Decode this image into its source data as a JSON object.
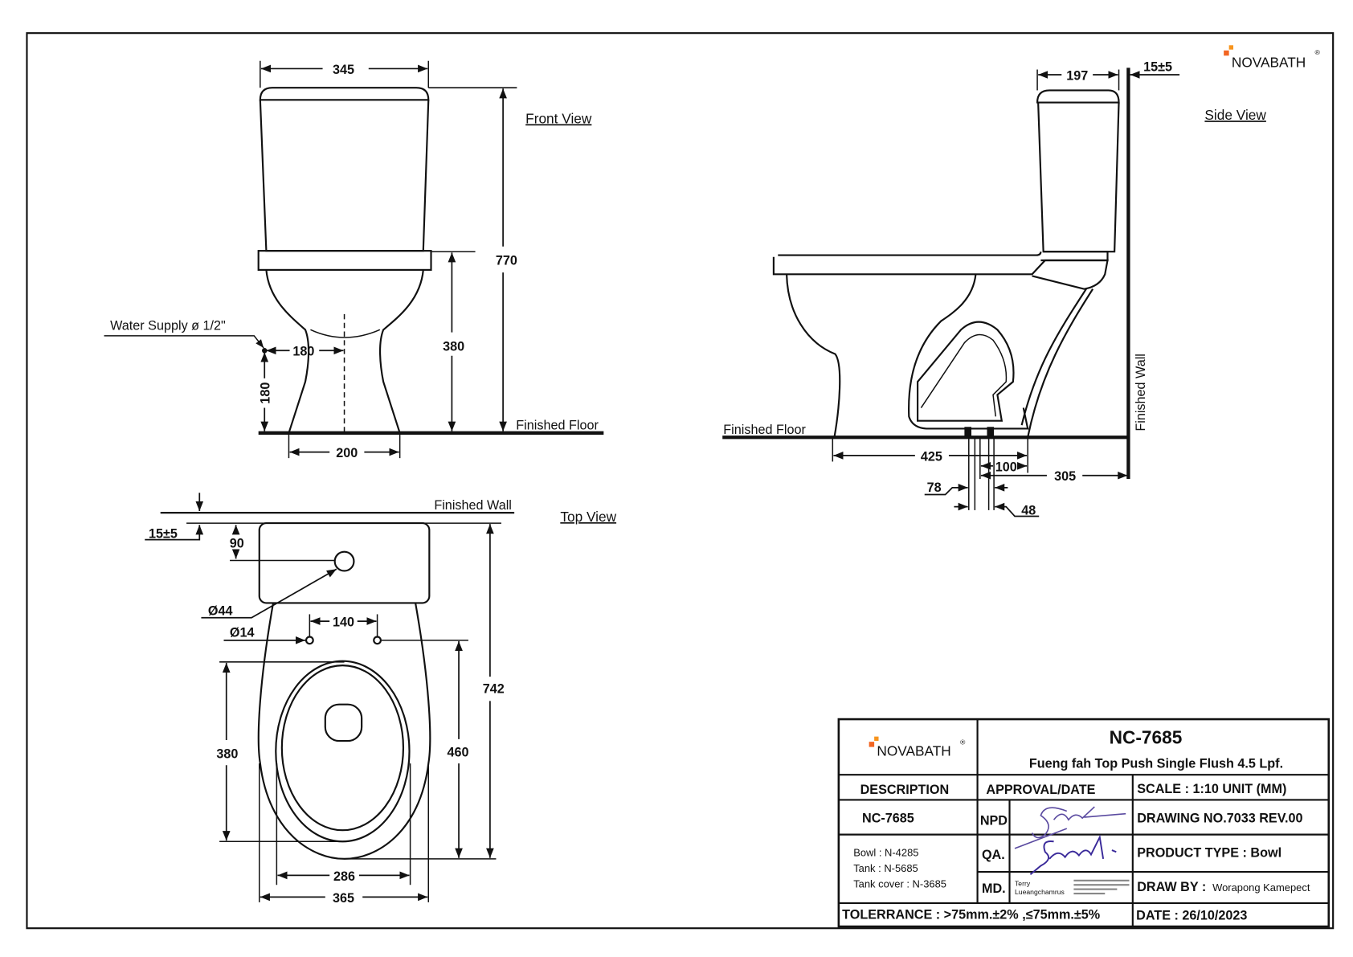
{
  "brand": {
    "name": "NOVABATH",
    "registered": "®",
    "accent": "#f26522"
  },
  "front_view": {
    "title": "Front View",
    "width": "345",
    "total_height": "770",
    "seat_height": "380",
    "water_supply": "Water Supply ø 1/2\"",
    "supply_offset": "180",
    "supply_height": "180",
    "base_width": "200",
    "floor_label": "Finished Floor"
  },
  "side_view": {
    "title": "Side View",
    "tank_depth": "197",
    "wall_gap": "15±5",
    "wall_label": "Finished Wall",
    "floor_label": "Finished Floor",
    "front_to_outlet": "425",
    "outlet_span": "100",
    "outlet_to_wall": "305",
    "bolt_a": "78",
    "bolt_b": "48"
  },
  "top_view": {
    "title": "Top View",
    "wall_label": "Finished Wall",
    "wall_gap": "15±5",
    "button_offset": "90",
    "button_dia": "Ø44",
    "hole_dia": "Ø14",
    "hole_spacing": "140",
    "total_depth": "742",
    "bowl_depth": "460",
    "seat_length": "380",
    "seat_width": "286",
    "bowl_width": "365"
  },
  "title_block": {
    "model": "NC-7685",
    "subtitle": "Fueng fah Top Push Single Flush 4.5 Lpf.",
    "description_header": "DESCRIPTION",
    "approval_header": "APPROVAL/DATE",
    "scale": "SCALE : 1:10 UNIT (MM)",
    "description_model": "NC-7685",
    "parts": [
      "Bowl : N-4285",
      "Tank : N-5685",
      "Tank cover : N-3685"
    ],
    "npd": "NPD",
    "qa": "QA.",
    "md": "MD.",
    "md_signer": [
      "Terry",
      "Lueangchamrus"
    ],
    "signatures": [
      "Sirate",
      "Sarayut"
    ],
    "drawing_no": "DRAWING NO.7033 REV.00",
    "product_type": "PRODUCT TYPE : Bowl",
    "draw_by_label": "DRAW BY :",
    "draw_by_name": "Worapong Kamepect",
    "tolerance": "TOLERRANCE : >75mm.±2% ,≤75mm.±5%",
    "date": "DATE : 26/10/2023"
  }
}
